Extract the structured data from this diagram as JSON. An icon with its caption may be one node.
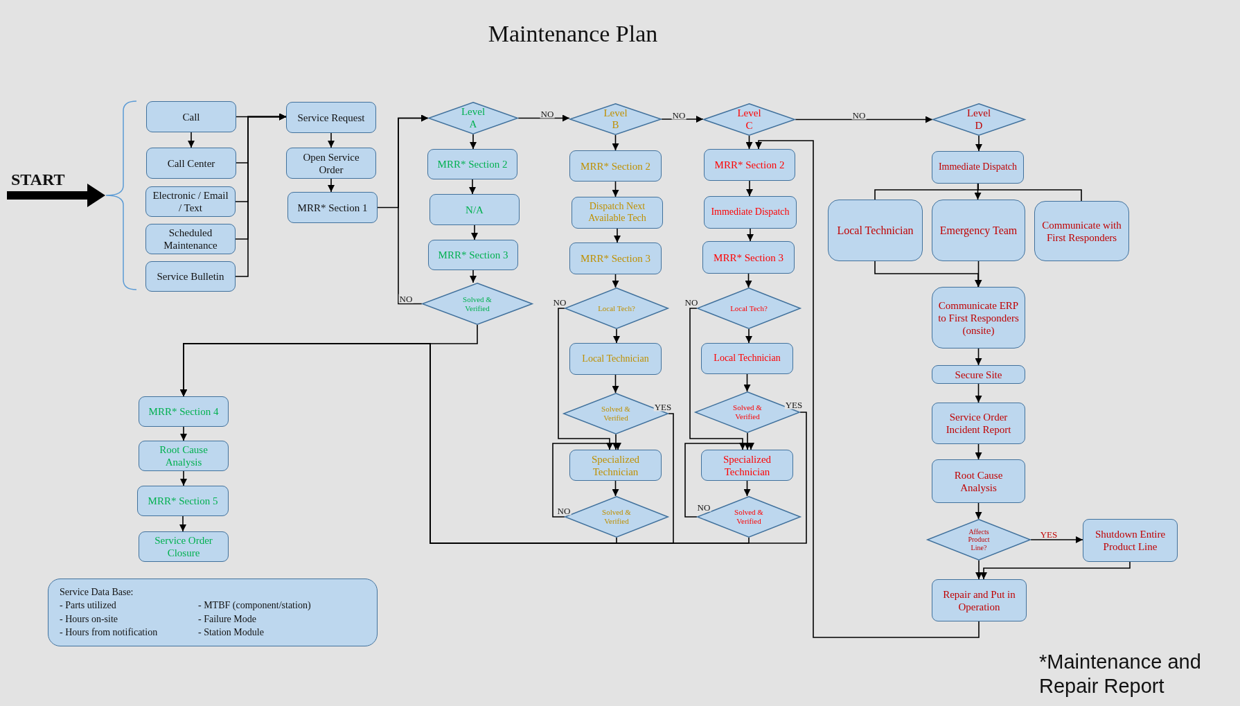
{
  "diagram": {
    "title": "Maintenance Plan",
    "nodes": [
      {
        "text": [
          "START"
        ]
      },
      {
        "text": [
          "Call"
        ]
      },
      {
        "text": [
          "Call Center"
        ]
      },
      {
        "text": [
          "Electronic / Email / Text"
        ]
      },
      {
        "text": [
          "Scheduled Maintenance"
        ]
      },
      {
        "text": [
          "Service Bulletin"
        ]
      },
      {
        "text": [
          "Service Request"
        ]
      },
      {
        "text": [
          "Open Service Order"
        ]
      },
      {
        "text": [
          "MRR* Section 1"
        ]
      },
      {
        "text": [
          "Level A"
        ]
      },
      {
        "text": [
          "MRR* Section 2"
        ]
      },
      {
        "text": [
          "N/A"
        ]
      },
      {
        "text": [
          "MRR* Section 3"
        ]
      },
      {
        "text": [
          "Solved & Verified"
        ]
      },
      {
        "text": [
          "Level B"
        ]
      },
      {
        "text": [
          "MRR* Section 2"
        ]
      },
      {
        "text": [
          "Dispatch Next Available Tech"
        ]
      },
      {
        "text": [
          "MRR* Section 3"
        ]
      },
      {
        "text": [
          "Local Tech?"
        ]
      },
      {
        "text": [
          "Local Technician"
        ]
      },
      {
        "text": [
          "Solved & Verified"
        ]
      },
      {
        "text": [
          "Specialized Technician"
        ]
      },
      {
        "text": [
          "Solved & Verified"
        ]
      },
      {
        "text": [
          "Level C"
        ]
      },
      {
        "text": [
          "MRR* Section 2"
        ]
      },
      {
        "text": [
          "Immediate Dispatch"
        ]
      },
      {
        "text": [
          "MRR* Section 3"
        ]
      },
      {
        "text": [
          "Local Tech?"
        ]
      },
      {
        "text": [
          "Local Technician"
        ]
      },
      {
        "text": [
          "Solved & Verified"
        ]
      },
      {
        "text": [
          "Specialized Technician"
        ]
      },
      {
        "text": [
          "Solved & Verified"
        ]
      },
      {
        "text": [
          "Level D"
        ]
      },
      {
        "text": [
          "Immediate Dispatch"
        ]
      },
      {
        "text": [
          "Local Technician"
        ]
      },
      {
        "text": [
          "Emergency Team"
        ]
      },
      {
        "text": [
          "Communicate with First Responders"
        ]
      },
      {
        "text": [
          "Communicate ERP to First Responders (onsite)"
        ]
      },
      {
        "text": [
          "Secure Site"
        ]
      },
      {
        "text": [
          "Service Order Incident Report"
        ]
      },
      {
        "text": [
          "Root Cause Analysis"
        ]
      },
      {
        "text": [
          "Affects Product Line?"
        ]
      },
      {
        "text": [
          "Shutdown Entire Product Line"
        ]
      },
      {
        "text": [
          "Repair and Put in Operation"
        ]
      },
      {
        "text": [
          "MRR* Section 4"
        ]
      },
      {
        "text": [
          "Root Cause Analysis"
        ]
      },
      {
        "text": [
          "MRR* Section 5"
        ]
      },
      {
        "text": [
          "Service Order Closure"
        ]
      },
      {
        "text": [
          "Service Data Base:",
          "- Parts utilized",
          "- MTBF (component/station)",
          "- Hours on-site",
          "- Failure Mode",
          "- Hours from notification",
          "- Station Module"
        ]
      },
      {
        "text": [],
        "shape": "brace"
      }
    ],
    "edges": [
      {
        "from": 0,
        "to": 49,
        "arrow": "to",
        "style": "thick"
      },
      {
        "from": 1,
        "to": 2,
        "arrow": "to"
      },
      {
        "from": 1,
        "to": 6,
        "arrow": "to"
      },
      {
        "from": 2,
        "to": 6,
        "arrow": "to"
      },
      {
        "from": 3,
        "to": 6,
        "arrow": "to"
      },
      {
        "from": 4,
        "to": 6,
        "arrow": "to"
      },
      {
        "from": 5,
        "to": 6,
        "arrow": "to"
      },
      {
        "from": 6,
        "to": 7,
        "arrow": "to"
      },
      {
        "from": 7,
        "to": 8,
        "arrow": "to"
      },
      {
        "from": 8,
        "to": 9,
        "arrow": "to"
      },
      {
        "from": 9,
        "to": 10,
        "arrow": "to"
      },
      {
        "from": 10,
        "to": 11,
        "arrow": "to"
      },
      {
        "from": 11,
        "to": 12,
        "arrow": "to"
      },
      {
        "from": 12,
        "to": 13,
        "arrow": "to"
      },
      {
        "from": 13,
        "to": 9,
        "arrow": "to",
        "label": "NO"
      },
      {
        "from": 13,
        "to": 44,
        "arrow": "to"
      },
      {
        "from": 9,
        "to": 14,
        "arrow": "to",
        "label": "NO"
      },
      {
        "from": 14,
        "to": 23,
        "arrow": "to",
        "label": "NO"
      },
      {
        "from": 23,
        "to": 32,
        "arrow": "to",
        "label": "NO"
      },
      {
        "from": 14,
        "to": 15,
        "arrow": "to"
      },
      {
        "from": 15,
        "to": 16,
        "arrow": "to"
      },
      {
        "from": 16,
        "to": 17,
        "arrow": "to"
      },
      {
        "from": 17,
        "to": 18,
        "arrow": "to"
      },
      {
        "from": 18,
        "to": 19,
        "arrow": "to"
      },
      {
        "from": 19,
        "to": 20,
        "arrow": "to"
      },
      {
        "from": 20,
        "to": 21,
        "arrow": "to"
      },
      {
        "from": 21,
        "to": 22,
        "arrow": "to"
      },
      {
        "from": 18,
        "to": 21,
        "arrow": "to",
        "label": "NO"
      },
      {
        "from": 22,
        "to": 21,
        "arrow": "to",
        "label": "NO"
      },
      {
        "from": 20,
        "to": 44,
        "arrow": "to",
        "label": "YES"
      },
      {
        "from": 22,
        "to": 44,
        "arrow": "to"
      },
      {
        "from": 29,
        "to": 44,
        "arrow": "to",
        "label": "YES"
      },
      {
        "from": 31,
        "to": 44,
        "arrow": "to"
      },
      {
        "from": 23,
        "to": 24,
        "arrow": "to"
      },
      {
        "from": 24,
        "to": 25,
        "arrow": "to"
      },
      {
        "from": 25,
        "to": 26,
        "arrow": "to"
      },
      {
        "from": 26,
        "to": 27,
        "arrow": "to"
      },
      {
        "from": 27,
        "to": 28,
        "arrow": "to"
      },
      {
        "from": 28,
        "to": 29,
        "arrow": "to"
      },
      {
        "from": 29,
        "to": 30,
        "arrow": "to"
      },
      {
        "from": 30,
        "to": 31,
        "arrow": "to"
      },
      {
        "from": 27,
        "to": 30,
        "arrow": "to",
        "label": "NO"
      },
      {
        "from": 31,
        "to": 30,
        "arrow": "to",
        "label": "NO"
      },
      {
        "from": 32,
        "to": 33,
        "arrow": "to"
      },
      {
        "from": 33,
        "to": 34,
        "arrow": "none"
      },
      {
        "from": 33,
        "to": 35,
        "arrow": "to"
      },
      {
        "from": 33,
        "to": 36,
        "arrow": "none"
      },
      {
        "from": 34,
        "to": 37,
        "arrow": "to"
      },
      {
        "from": 35,
        "to": 37,
        "arrow": "to"
      },
      {
        "from": 37,
        "to": 38,
        "arrow": "to"
      },
      {
        "from": 38,
        "to": 39,
        "arrow": "to"
      },
      {
        "from": 39,
        "to": 40,
        "arrow": "to"
      },
      {
        "from": 40,
        "to": 41,
        "arrow": "to"
      },
      {
        "from": 41,
        "to": 42,
        "arrow": "to",
        "label": "YES"
      },
      {
        "from": 41,
        "to": 43,
        "arrow": "to"
      },
      {
        "from": 42,
        "to": 43,
        "arrow": "to"
      },
      {
        "from": 43,
        "to": 24,
        "arrow": "to"
      },
      {
        "from": 44,
        "to": 45,
        "arrow": "to"
      },
      {
        "from": 45,
        "to": 46,
        "arrow": "to"
      },
      {
        "from": 46,
        "to": 47,
        "arrow": "to"
      }
    ],
    "labels": [
      "*Maintenance and Repair Report"
    ]
  }
}
